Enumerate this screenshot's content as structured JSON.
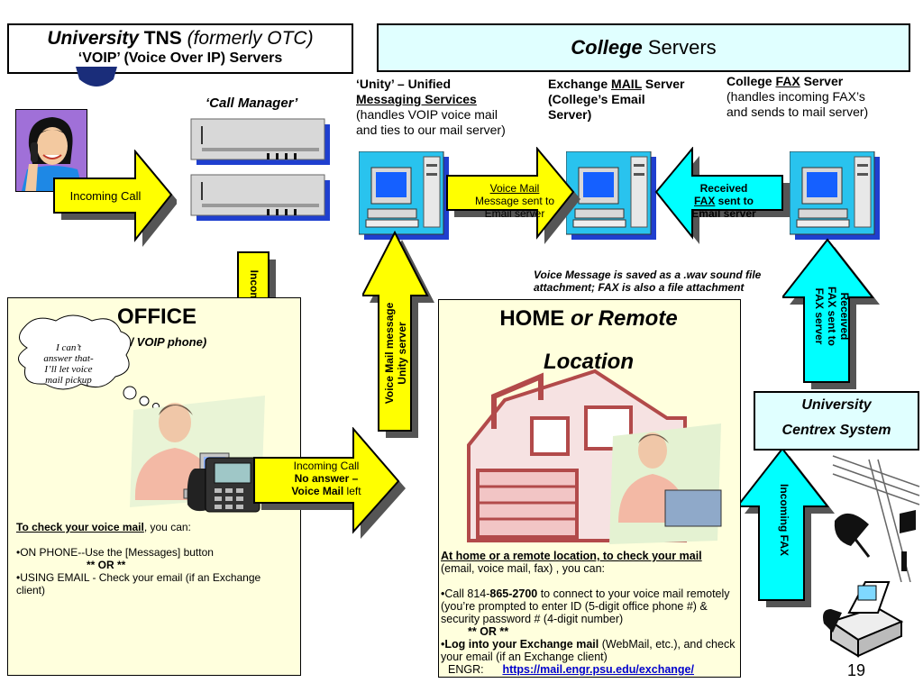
{
  "tns": {
    "title_italic": "University",
    "title_bold": " TNS",
    "title_paren": "(formerly OTC)",
    "subtitle": "‘VOIP’ (Voice Over IP) Servers"
  },
  "college": {
    "title_italic": "College",
    "title_rest": " Servers"
  },
  "call_manager_label": "‘Call Manager’",
  "unity": {
    "line1": "‘Unity’ – Unified",
    "line2": "Messaging Services",
    "line3": "(handles VOIP voice mail",
    "line4": "and ties to our mail server)"
  },
  "exchange": {
    "line1_a": "Exchange ",
    "line1_b": "MAIL",
    "line1_c": " Server",
    "line2": "(College’s Email",
    "line3": "Server)"
  },
  "fax_server": {
    "line1_a": "College ",
    "line1_b": "FAX",
    "line1_c": " Server",
    "line2": "(handles incoming FAX’s",
    "line3": "and sends to mail server)"
  },
  "arrows": {
    "incoming_call_1": "Incoming Call",
    "incoming_call_2": "Incoming Call",
    "voicemail_msg_1": "Voice Mail",
    "voicemail_msg_2": "Message sent to",
    "voicemail_msg_3": "Email server",
    "received_fax_1": "Received",
    "received_fax_2": "FAX",
    "received_fax_3": " sent to",
    "received_fax_4": "Email server",
    "vm_unity_1": "Voice Mail message",
    "vm_unity_2": "Unity server",
    "received_fax_v_1": "Received",
    "received_fax_v_2": "FAX sent to",
    "received_fax_v_3": "FAX server",
    "incoming_fax": "Incoming FAX",
    "no_answer_1": "Incoming Call",
    "no_answer_2": "No answer –",
    "no_answer_3": "Voice Mail",
    "no_answer_4": " left"
  },
  "wav_note": {
    "line1": "Voice Message is saved as a .wav sound file",
    "line2": "attachment; FAX is also a file attachment"
  },
  "office": {
    "title": "OFFICE",
    "subtitle": "(w/ VOIP phone)",
    "thought_1": "I can’t",
    "thought_2": "answer that-",
    "thought_3": "I’ll let voice",
    "thought_4": "mail pickup",
    "check_head": "To check your voice mail",
    "check_tail": ", you can:",
    "opt1": "•ON PHONE--Use the [Messages] button",
    "or": "** OR **",
    "opt2": "•USING EMAIL - Check your email (if an Exchange client)"
  },
  "home": {
    "title_a": "HOME",
    "title_b": " or Remote",
    "title_c": "Location",
    "head": "At home or a remote location, to check your mail",
    "head_tail": "(email, voice mail, fax) , you can:",
    "call_a": "•Call 814-",
    "call_b": "865-2700",
    "call_c": " to connect to your voice mail remotely (you’re prompted to enter ID (5-digit office phone #)  &  security password # (4-digit number)",
    "or": "** OR **",
    "log_a": "•",
    "log_b": "Log into your Exchange mail",
    "log_c": " (WebMail, etc.), and check your email (if an Exchange client)",
    "engr": "ENGR:",
    "url": "https://mail.engr.psu.edu/exchange/"
  },
  "centrex": {
    "line1": "University",
    "line2": "Centrex System"
  },
  "page_number": "19",
  "colors": {
    "arrow_yellow": "#ffff00",
    "arrow_cyan": "#00ffff",
    "office_bg": "#ffffdd",
    "home_bg": "#ffffdd",
    "college_bg": "#e0ffff",
    "centrex_bg": "#e0ffff"
  }
}
